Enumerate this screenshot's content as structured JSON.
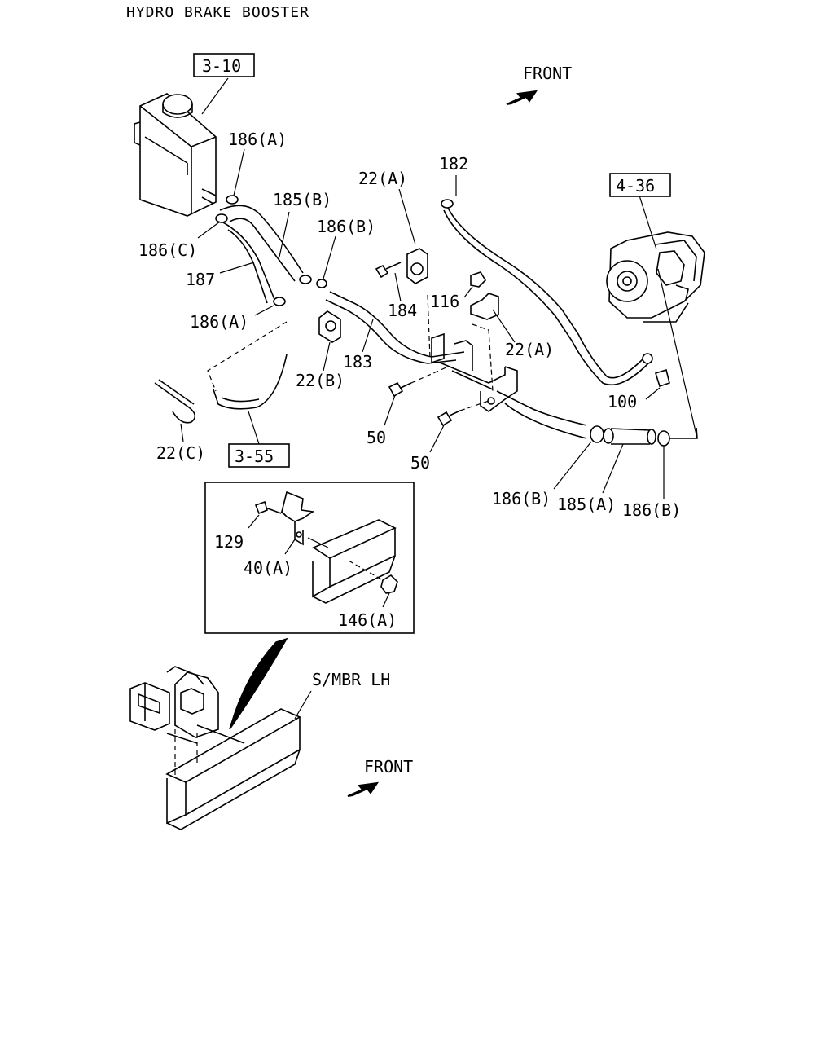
{
  "title": "HYDRO BRAKE BOOSTER",
  "front_label_top": "FRONT",
  "front_label_bottom": "FRONT",
  "ref_boxes": {
    "r1": "3-10",
    "r2": "4-36",
    "r3": "3-55"
  },
  "parts": {
    "p186a_top": "186(A)",
    "p185b": "185(B)",
    "p186b_top": "186(B)",
    "p186c": "186(C)",
    "p187": "187",
    "p186a_mid": "186(A)",
    "p22a_top": "22(A)",
    "p182": "182",
    "p184": "184",
    "p116": "116",
    "p22a_right": "22(A)",
    "p183": "183",
    "p22b": "22(B)",
    "p22c": "22(C)",
    "p50_a": "50",
    "p50_b": "50",
    "p100": "100",
    "p186b_bl": "186(B)",
    "p185a": "185(A)",
    "p186b_br": "186(B)",
    "p129": "129",
    "p40a": "40(A)",
    "p146a": "146(A)",
    "smbr": "S/MBR LH"
  }
}
